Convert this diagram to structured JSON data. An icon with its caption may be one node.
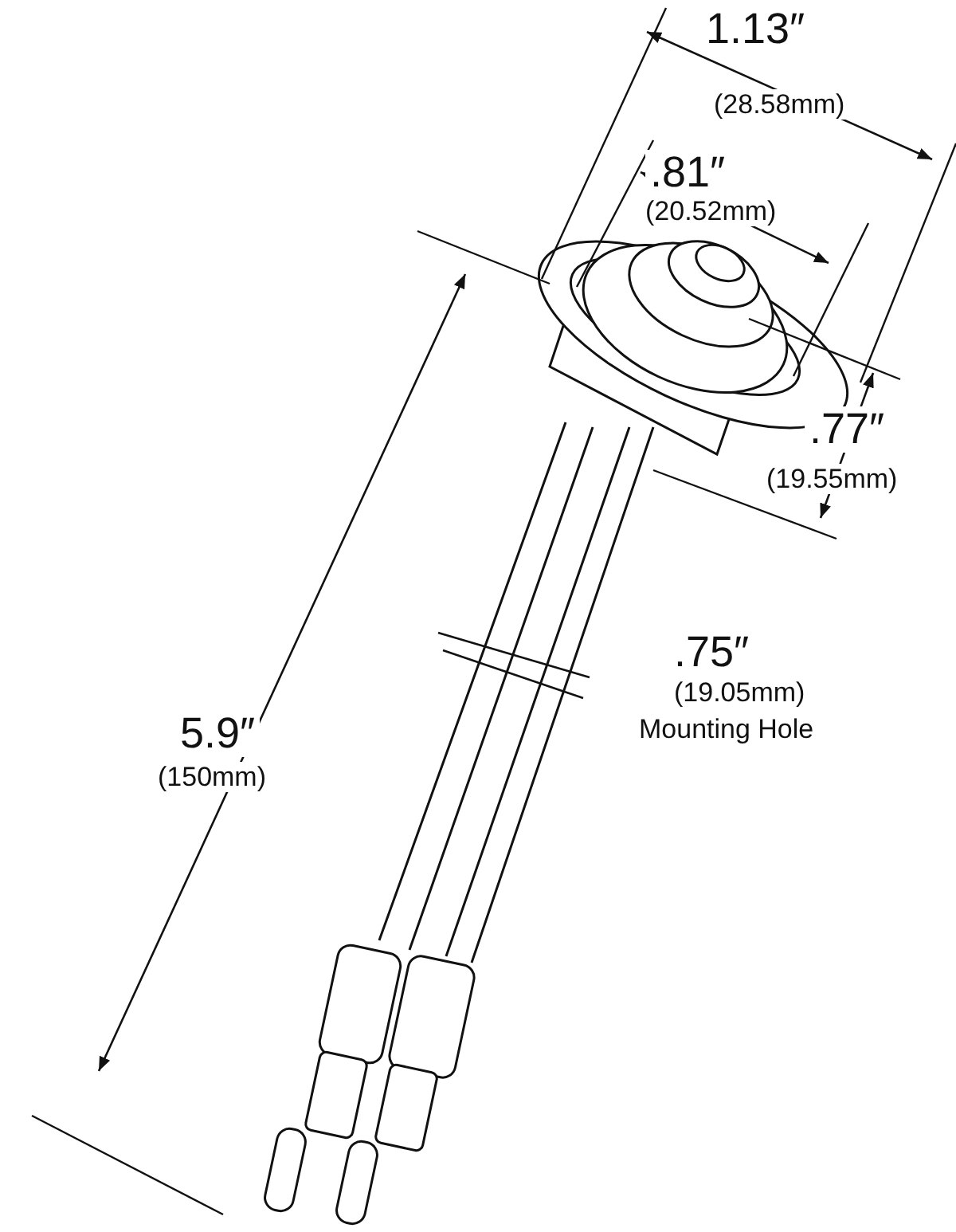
{
  "diagram": {
    "labels": [
      "1.13″",
      "(28.58mm)",
      ".81″",
      "(20.52mm)",
      ".77″",
      "(19.55mm)",
      ".75″",
      "(19.05mm)",
      "Mounting Hole",
      "5.9″",
      "(150mm)"
    ]
  }
}
